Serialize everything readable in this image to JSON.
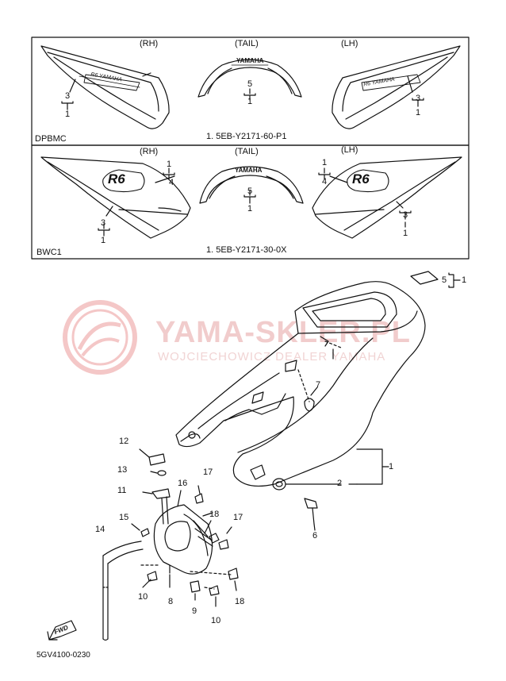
{
  "watermark": {
    "title": "YAMA-SKLER.PL",
    "subtitle": "WOJCIECHOWICZ DEALER YAMAHA"
  },
  "panel_top": {
    "code": "DPBMC",
    "part_no": "1. 5EB-Y2171-60-P1",
    "rh": "(RH)",
    "tail": "(TAIL)",
    "lh": "(LH)",
    "tail_brand": "YAMAHA",
    "rh_graphic": "R6 YAMAHA",
    "lh_graphic": "R6 YAMAHA",
    "callouts": {
      "rh": [
        "3",
        "1"
      ],
      "tail": [
        "5",
        "1"
      ],
      "lh": [
        "3",
        "1"
      ]
    }
  },
  "panel_bottom": {
    "code": "BWC1",
    "part_no": "1. 5EB-Y2171-30-0X",
    "rh": "(RH)",
    "tail": "(TAIL)",
    "lh": "(LH)",
    "tail_brand": "YAMAHA",
    "rh_logo": "R6",
    "lh_logo": "R6",
    "callouts": {
      "rh_top": [
        "1",
        "4"
      ],
      "rh_bottom": [
        "3",
        "1"
      ],
      "tail": [
        "5",
        "1"
      ],
      "lh_top": [
        "1",
        "4"
      ],
      "lh_bottom": [
        "3",
        "1"
      ]
    }
  },
  "main_diagram": {
    "callouts": {
      "c5": "5",
      "c1_top": "1",
      "c7": "7",
      "c1": "1",
      "c2": "2",
      "c6": "6",
      "c12": "12",
      "c13": "13",
      "c11": "11",
      "c16": "16",
      "c17a": "17",
      "c18a": "18",
      "c15": "15",
      "c14": "14",
      "c17b": "17",
      "c10a": "10",
      "c8": "8",
      "c9": "9",
      "c10b": "10",
      "c18b": "18"
    },
    "fwd": "FWD",
    "diagram_code": "5GV4100-0230"
  }
}
